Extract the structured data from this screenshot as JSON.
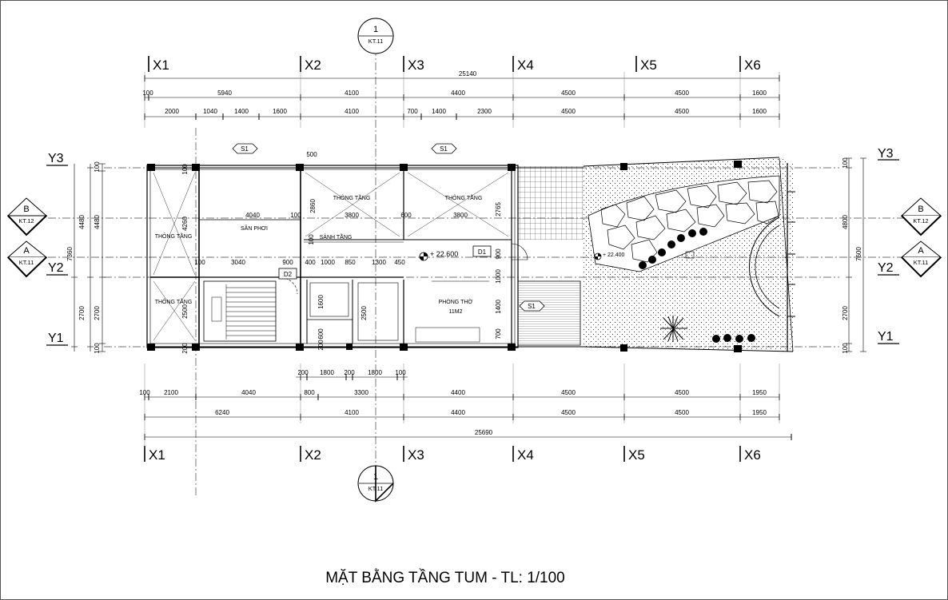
{
  "drawing": {
    "title": "MẶT BẰNG TẦNG TUM - TL: 1/100",
    "section_marker": {
      "number": "1",
      "sheet": "KT.11"
    },
    "axis_markers": [
      {
        "letter": "B",
        "sheet": "KT.12"
      },
      {
        "letter": "A",
        "sheet": "KT.11"
      }
    ]
  },
  "grid_x": [
    "X1",
    "X2",
    "X3",
    "X4",
    "X5",
    "X6"
  ],
  "grid_y": [
    "Y3",
    "Y2",
    "Y1"
  ],
  "top_dims": {
    "total": "25140",
    "row1": [
      "100",
      "5940",
      "4100",
      "4400",
      "4500",
      "4500",
      "1600"
    ],
    "row2": [
      "2000",
      "1040",
      "1400",
      "1600",
      "4100",
      "700",
      "1400",
      "2300",
      "4500",
      "4500",
      "1600"
    ]
  },
  "bottom_dims": {
    "total": "25690",
    "row0": [
      "200",
      "1800",
      "200",
      "1800",
      "100"
    ],
    "row1": [
      "100",
      "2100",
      "4040",
      "800",
      "3300",
      "4400",
      "4500",
      "4500",
      "1950"
    ],
    "row2": [
      "6240",
      "4100",
      "4400",
      "4500",
      "4500",
      "1950"
    ]
  },
  "left_dims": {
    "outer": [
      "4480",
      "2700"
    ],
    "inner": [
      "100",
      "4480",
      "2700",
      "100"
    ],
    "total": "7360"
  },
  "right_dims": {
    "inner": [
      "100",
      "4800",
      "2700",
      "100"
    ],
    "total": "7600"
  },
  "interior_dims": [
    "4260",
    "4040",
    "100",
    "3800",
    "2860",
    "600",
    "3800",
    "2765",
    "500",
    "100",
    "3040",
    "900",
    "400",
    "1000",
    "850",
    "1300",
    "450",
    "1600",
    "2500",
    "2500",
    "1000",
    "1400",
    "700",
    "900",
    "100",
    "200",
    "600",
    "200",
    "100"
  ],
  "rooms": {
    "thong_tang_1": "THÔNG TẦNG",
    "thong_tang_2": "THÔNG TẦNG",
    "thong_tang_3": "THÔNG TẦNG",
    "thong_tang_4": "THÔNG TẦNG",
    "san_phoi": "SÂN PHƠI",
    "sanh_tang": "SẢNH TẦNG",
    "phong_tho": "PHÒNG THỜ",
    "phong_tho_area": "11M2"
  },
  "tags": {
    "s1a": "S1",
    "s1b": "S1",
    "s1c": "S1",
    "d1": "D1",
    "d2": "D2"
  },
  "levels": {
    "main": "+ 22.600",
    "garden": "+ 22.400"
  }
}
